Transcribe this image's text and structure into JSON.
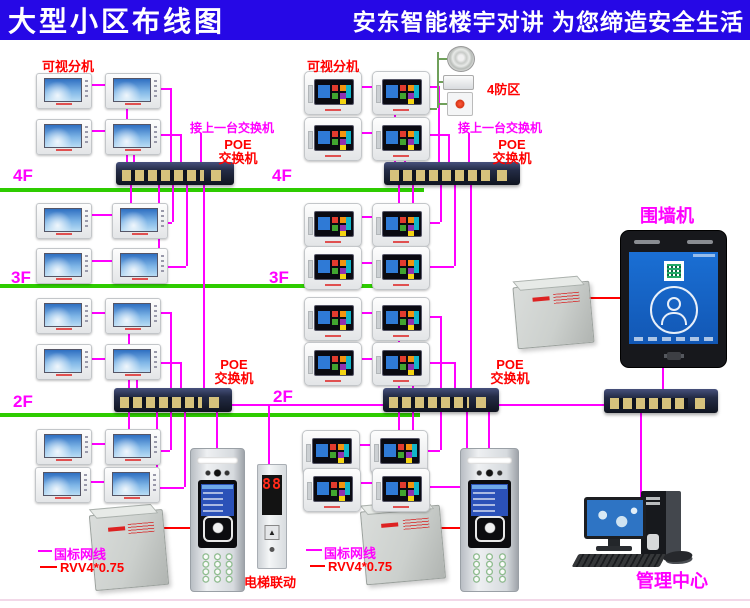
{
  "header": {
    "title": "大型小区布线图",
    "slogan": "安东智能楼宇对讲 为您缔造安全生活"
  },
  "labels": {
    "visual_extension": "可视分机",
    "uplink": "接上一台交换机",
    "poe_line1": "POE",
    "poe_line2": "交换机",
    "zone": "4防区",
    "wall_machine": "围墙机",
    "elevator_link": "电梯联动",
    "management_center": "管理中心",
    "legend_network": "国标网线",
    "legend_power": "RVV4*0.75"
  },
  "floors": {
    "f4": "4F",
    "f3": "3F",
    "f2": "2F"
  },
  "devices": {
    "elevator_display": "88"
  },
  "icons": {
    "elevator_up": "▲"
  },
  "colors": {
    "header_bg": "#2608E6",
    "wire_magenta": "#FF00FF",
    "wire_red": "#FF0000",
    "floor_line_green": "#2ECC00",
    "sensor_wire_green": "#6FA05A"
  }
}
